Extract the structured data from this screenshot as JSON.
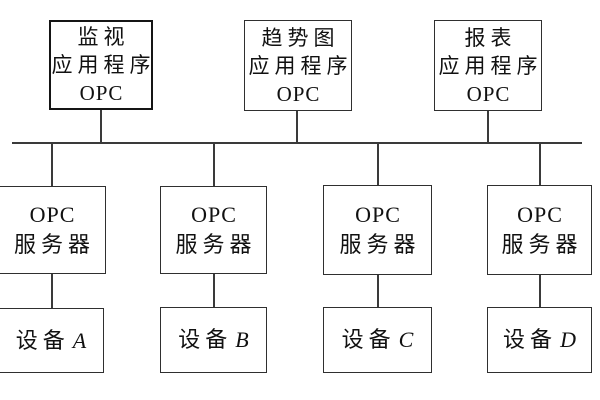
{
  "diagram": {
    "applications": [
      {
        "lines": [
          "监视",
          "应用程序",
          "OPC"
        ]
      },
      {
        "lines": [
          "趋势图",
          "应用程序",
          "OPC"
        ]
      },
      {
        "lines": [
          "报表",
          "应用程序",
          "OPC"
        ]
      }
    ],
    "servers": [
      {
        "line1": "OPC",
        "line2": "服务器"
      },
      {
        "line1": "OPC",
        "line2": "服务器"
      },
      {
        "line1": "OPC",
        "line2": "服务器"
      },
      {
        "line1": "OPC",
        "line2": "服务器"
      }
    ],
    "devices": [
      {
        "label": "设备",
        "letter": "A"
      },
      {
        "label": "设备",
        "letter": "B"
      },
      {
        "label": "设备",
        "letter": "C"
      },
      {
        "label": "设备",
        "letter": "D"
      }
    ],
    "colors": {
      "background": "#ffffff",
      "border": "#2f2f2f",
      "line": "#3a3a3a",
      "text": "#111111"
    }
  }
}
